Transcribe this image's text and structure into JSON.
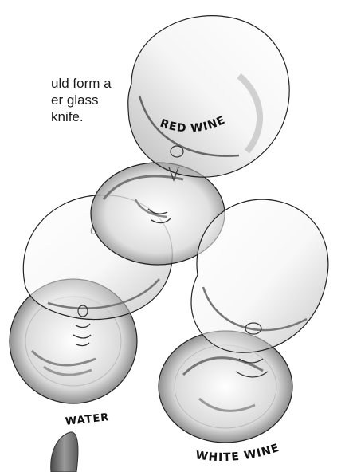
{
  "text_fragments": [
    "uld form a\ner glass\nknife.",
    "d"
  ],
  "glass_labels": {
    "red_wine": "RED WINE",
    "water": "WATER",
    "white_wine": "WHITE WINE"
  }
}
